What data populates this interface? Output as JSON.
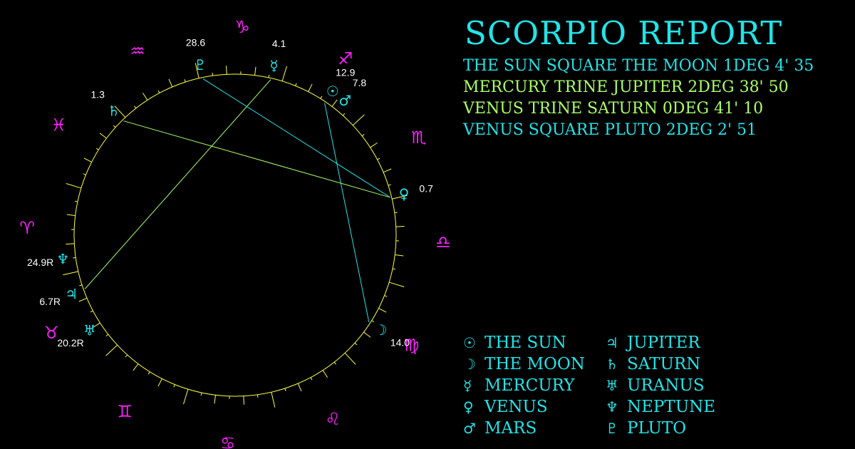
{
  "title": "Scorpio Report",
  "colors": {
    "background": "#000000",
    "wheel": "#ffff40",
    "sign": "#ff20ff",
    "planet": "#21e4e8",
    "label": "#ffffff",
    "square": "#21e4e8",
    "trine": "#aaff66"
  },
  "aspects": [
    {
      "text": "The Sun square The Moon 1deg 4' 35",
      "kind": "square",
      "color": "#21e4e8"
    },
    {
      "text": "Mercury trine Jupiter 2deg 38' 50",
      "kind": "trine",
      "color": "#aaff66"
    },
    {
      "text": "Venus trine Saturn 0deg 41' 10",
      "kind": "trine",
      "color": "#aaff66"
    },
    {
      "text": "Venus square Pluto 2deg 2' 51",
      "kind": "square",
      "color": "#21e4e8"
    }
  ],
  "legend": {
    "left": [
      {
        "glyph": "☉",
        "name": "The Sun",
        "icon": "sun-icon"
      },
      {
        "glyph": "☽",
        "name": "The Moon",
        "icon": "moon-icon"
      },
      {
        "glyph": "☿",
        "name": "Mercury",
        "icon": "mercury-icon"
      },
      {
        "glyph": "♀",
        "name": "Venus",
        "icon": "venus-icon"
      },
      {
        "glyph": "♂",
        "name": "Mars",
        "icon": "mars-icon"
      }
    ],
    "right": [
      {
        "glyph": "♃",
        "name": "Jupiter",
        "icon": "jupiter-icon"
      },
      {
        "glyph": "♄",
        "name": "Saturn",
        "icon": "saturn-icon"
      },
      {
        "glyph": "♅",
        "name": "Uranus",
        "icon": "uranus-icon"
      },
      {
        "glyph": "♆",
        "name": "Neptune",
        "icon": "neptune-icon"
      },
      {
        "glyph": "♇",
        "name": "Pluto",
        "icon": "pluto-icon"
      }
    ]
  },
  "chart_data": {
    "type": "radial",
    "signs": [
      {
        "name": "aries",
        "glyph": "♈",
        "icon": "aries-icon"
      },
      {
        "name": "taurus",
        "glyph": "♉",
        "icon": "taurus-icon"
      },
      {
        "name": "gemini",
        "glyph": "♊",
        "icon": "gemini-icon"
      },
      {
        "name": "cancer",
        "glyph": "♋",
        "icon": "cancer-icon"
      },
      {
        "name": "leo",
        "glyph": "♌",
        "icon": "leo-icon"
      },
      {
        "name": "virgo",
        "glyph": "♍",
        "icon": "virgo-icon"
      },
      {
        "name": "libra",
        "glyph": "♎",
        "icon": "libra-icon"
      },
      {
        "name": "scorpio",
        "glyph": "♏",
        "icon": "scorpio-icon"
      },
      {
        "name": "sagittarius",
        "glyph": "♐",
        "icon": "sagittarius-icon"
      },
      {
        "name": "capricorn",
        "glyph": "♑",
        "icon": "capricorn-icon"
      },
      {
        "name": "aquarius",
        "glyph": "♒",
        "icon": "aquarius-icon"
      },
      {
        "name": "pisces",
        "glyph": "♓",
        "icon": "pisces-icon"
      }
    ],
    "planets": [
      {
        "name": "sun",
        "glyph": "☉",
        "icon": "sun-icon",
        "sign": "sagittarius",
        "degree": 12.9,
        "label": "12.9"
      },
      {
        "name": "moon",
        "glyph": "☽",
        "icon": "moon-icon",
        "sign": "virgo",
        "degree": 14.0,
        "label": "14.0"
      },
      {
        "name": "mercury",
        "glyph": "☿",
        "icon": "mercury-icon",
        "sign": "capricorn",
        "degree": 4.1,
        "label": "4.1"
      },
      {
        "name": "venus",
        "glyph": "♀",
        "icon": "venus-icon",
        "sign": "scorpio",
        "degree": 0.7,
        "label": "0.7"
      },
      {
        "name": "mars",
        "glyph": "♂",
        "icon": "mars-icon",
        "sign": "sagittarius",
        "degree": 7.8,
        "label": "7.8"
      },
      {
        "name": "jupiter",
        "glyph": "♃",
        "icon": "jupiter-icon",
        "sign": "taurus",
        "degree": 6.7,
        "label": "6.7R"
      },
      {
        "name": "saturn",
        "glyph": "♄",
        "icon": "saturn-icon",
        "sign": "pisces",
        "degree": 1.3,
        "label": "1.3"
      },
      {
        "name": "uranus",
        "glyph": "♅",
        "icon": "uranus-icon",
        "sign": "taurus",
        "degree": 20.2,
        "label": "20.2R"
      },
      {
        "name": "neptune",
        "glyph": "♆",
        "icon": "neptune-icon",
        "sign": "aries",
        "degree": 24.9,
        "label": "24.9R"
      },
      {
        "name": "pluto",
        "glyph": "♇",
        "icon": "pluto-icon",
        "sign": "capricorn",
        "degree": 28.6,
        "label": "28.6"
      }
    ],
    "aspect_lines": [
      {
        "from": "sun",
        "to": "moon",
        "kind": "square"
      },
      {
        "from": "mercury",
        "to": "jupiter",
        "kind": "trine"
      },
      {
        "from": "venus",
        "to": "saturn",
        "kind": "trine"
      },
      {
        "from": "venus",
        "to": "pluto",
        "kind": "square"
      }
    ]
  }
}
